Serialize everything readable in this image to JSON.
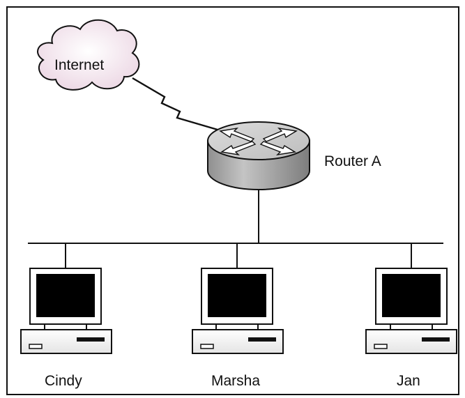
{
  "diagram": {
    "internet_label": "Internet",
    "router_label": "Router A",
    "computers": [
      {
        "label": "Cindy"
      },
      {
        "label": "Marsha"
      },
      {
        "label": "Jan"
      }
    ]
  },
  "colors": {
    "background": "#ffffff",
    "line": "#111111",
    "cloud_fill": "#f6e9f1",
    "router_top": "#c9c9c9",
    "router_side": "#a8a8a8",
    "screen": "#000000"
  }
}
